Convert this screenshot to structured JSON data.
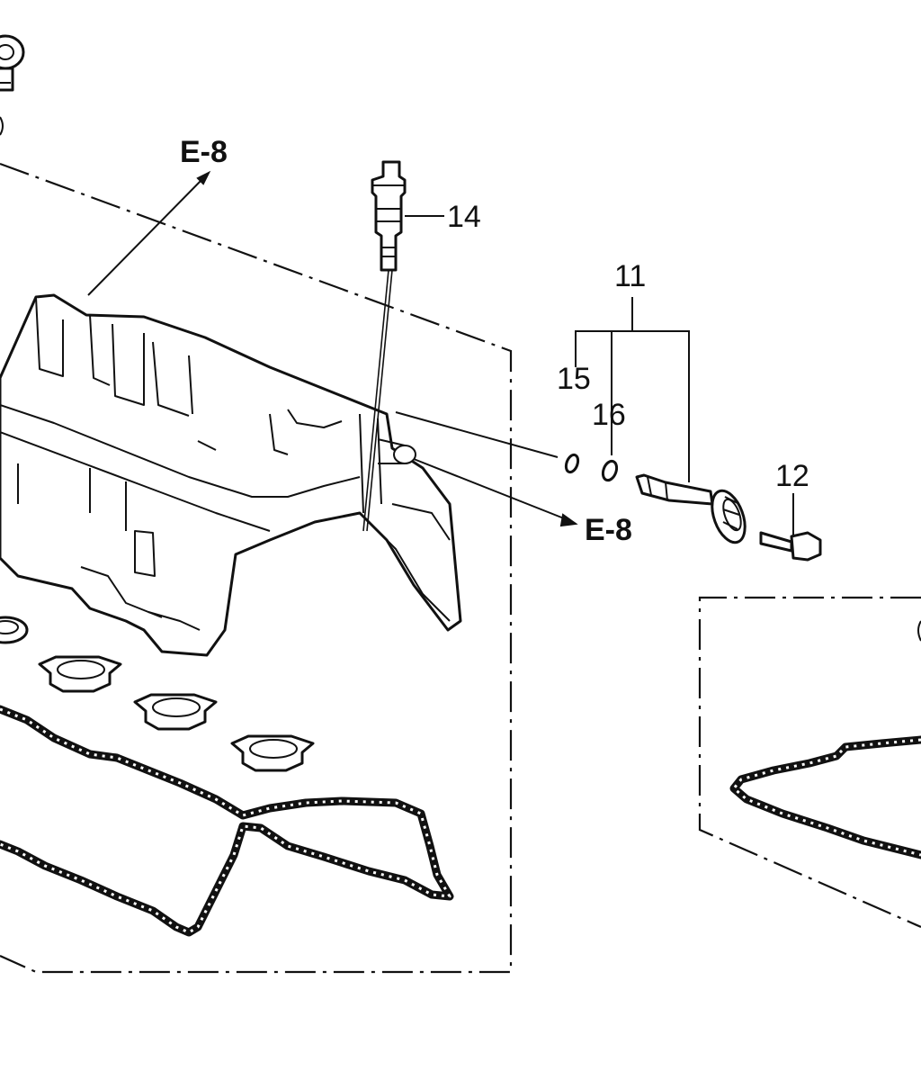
{
  "callouts": {
    "part_11": "11",
    "part_12": "12",
    "part_14": "14",
    "part_15": "15",
    "part_16": "16"
  },
  "references": {
    "ref_top": "E-8",
    "ref_right": "E-8"
  }
}
